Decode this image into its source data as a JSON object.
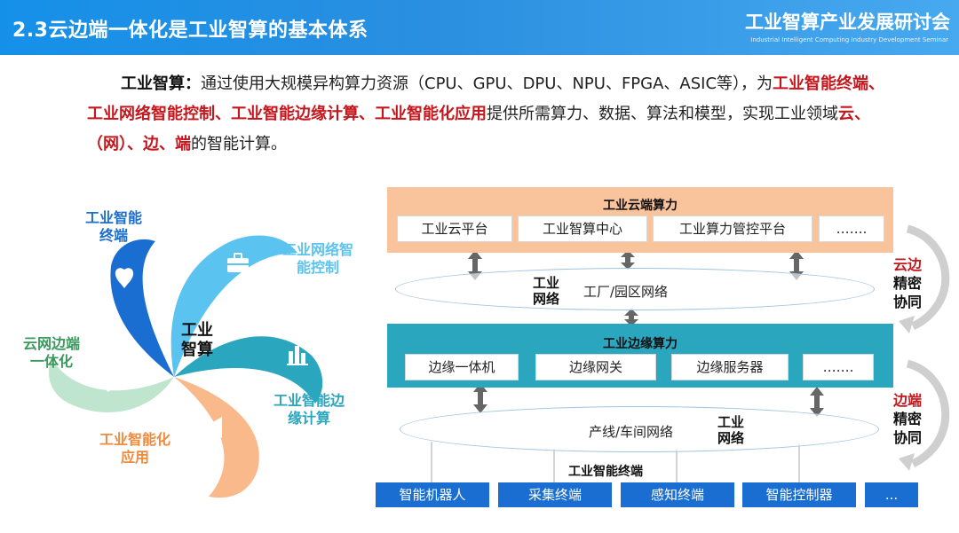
{
  "header": {
    "title": "2.3云边端一体化是工业智算的基本体系",
    "org": "工业智算产业发展研讨会",
    "org_en": "Industrial Intelligent Computing Industry Development Seminar"
  },
  "intro": {
    "lead": "工业智算",
    "colon": "：",
    "t1": "通过使用大规模异构算力资源（CPU、GPU、DPU、NPU、FPGA、ASIC等），为",
    "r1": "工业智能终端",
    "sep1": "、",
    "r2": "工业网络智能控制",
    "sep2": "、",
    "r3": "工业智能边缘计算",
    "sep3": "、",
    "r4": "工业智能化应用",
    "t2": "提供所需算力、数据、算法和模型，实现工业领域",
    "r5": "云、（网）、边、端",
    "t3": "的智能计算。"
  },
  "wheel": {
    "center_line1": "工业",
    "center_line2": "智算",
    "segments": [
      {
        "line1": "工业智能",
        "line2": "终端",
        "color": "#1a6ed1",
        "icon": "heart-icon"
      },
      {
        "line1": "工业网络智",
        "line2": "能控制",
        "color": "#5bc3ef",
        "icon": "toolbox-icon"
      },
      {
        "line1": "工业智能边",
        "line2": "缘计算",
        "color": "#2ba6bf",
        "icon": "bar-chart-icon"
      },
      {
        "line1": "工业智能化",
        "line2": "应用",
        "color": "#f9b98a",
        "icon": "megaphone-icon"
      },
      {
        "line1": "云网边端",
        "line2": "一体化",
        "color": "#bfe5cf",
        "icon": "bell-icon"
      }
    ]
  },
  "arch": {
    "cloud": {
      "title": "工业云端算力",
      "cells": [
        "工业云平台",
        "工业智算中心",
        "工业算力管控平台",
        "……."
      ],
      "color": "#f9c39c"
    },
    "factory_net": {
      "label_line1": "工业",
      "label_line2": "网络",
      "text": "工厂/园区网络"
    },
    "edge": {
      "title": "工业边缘算力",
      "cells": [
        "边缘一体机",
        "边缘网关",
        "边缘服务器",
        "……."
      ],
      "color": "#2ba6bf"
    },
    "line_net": {
      "label_line1": "工业",
      "label_line2": "网络",
      "text": "产线/车间网络"
    },
    "terminal": {
      "title": "工业智能终端",
      "items": [
        "智能机器人",
        "采集终端",
        "感知终端",
        "智能控制器",
        "..."
      ],
      "color": "#1a6ed1"
    },
    "side_top": {
      "line1": "云边",
      "line2": "精密",
      "line3": "协同"
    },
    "side_bottom": {
      "line1": "边端",
      "line2": "精密",
      "line3": "协同"
    },
    "accent_red": "#c4161c"
  }
}
